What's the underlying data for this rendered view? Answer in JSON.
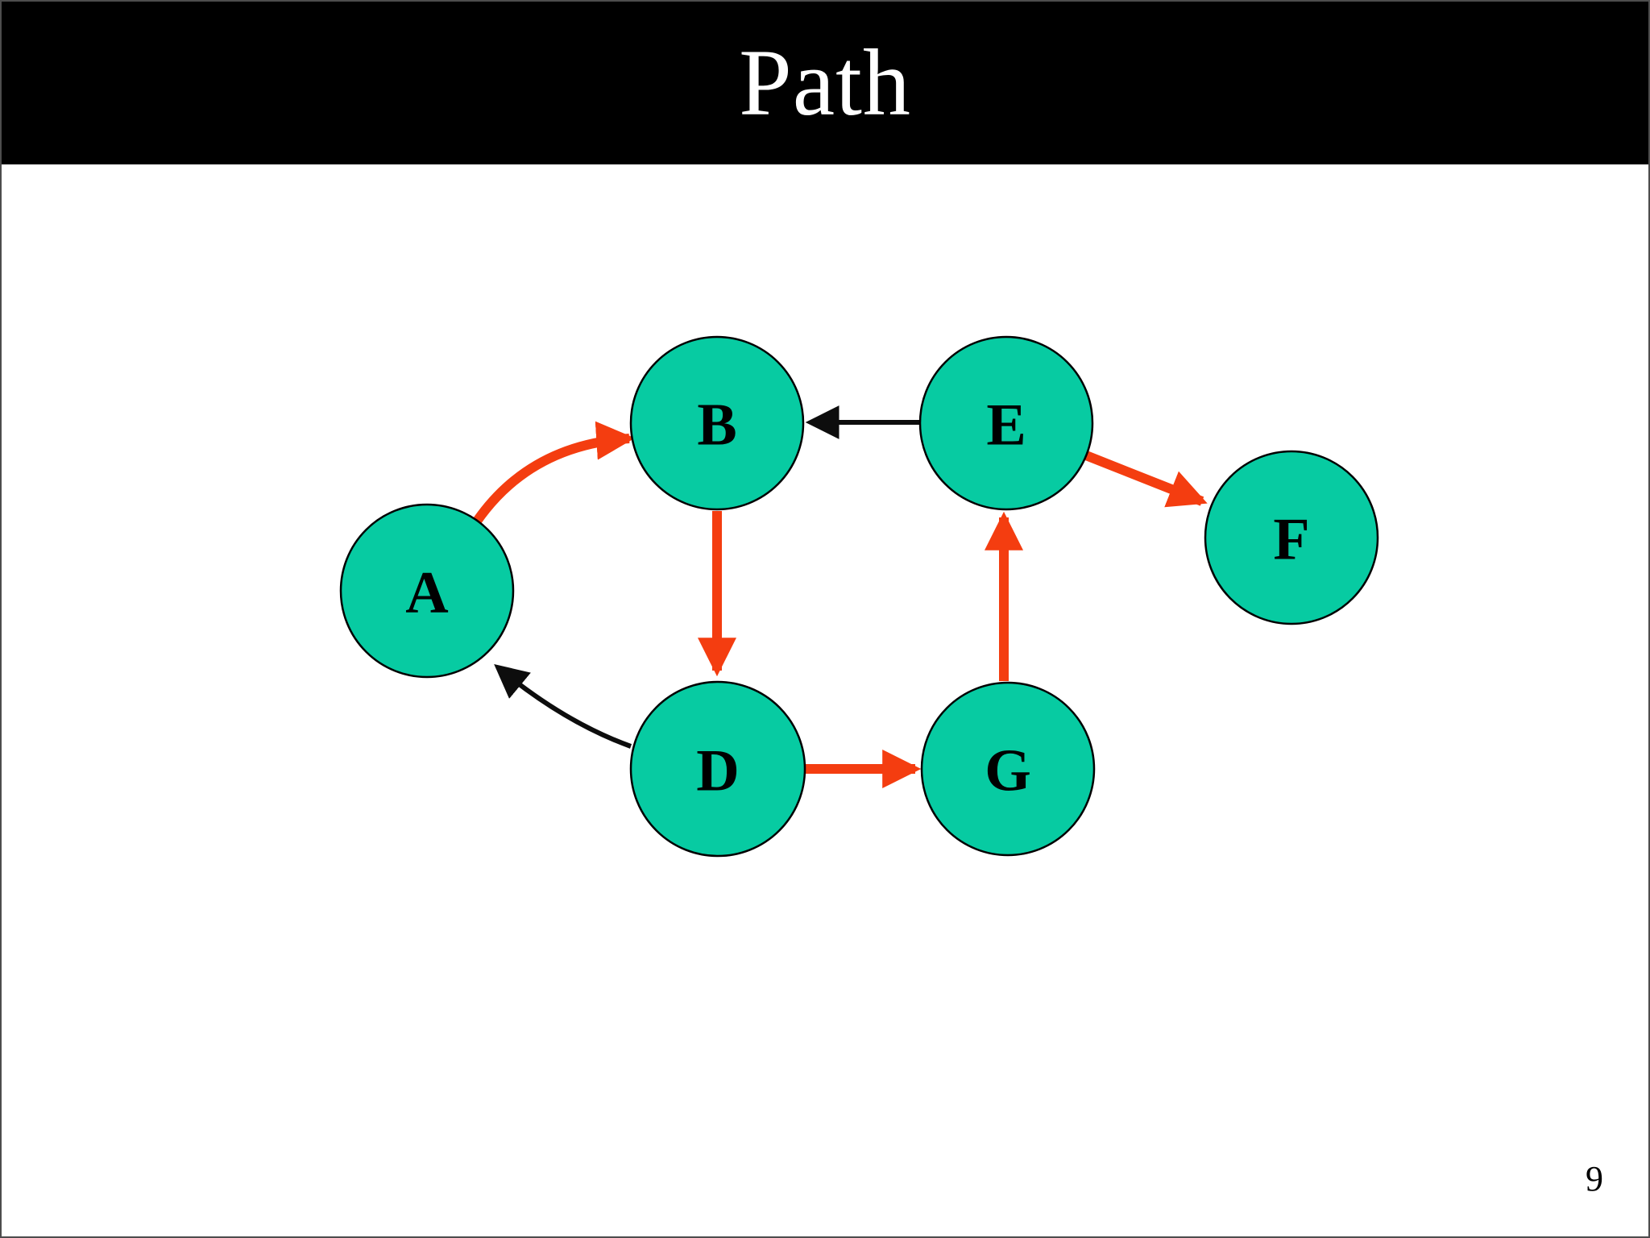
{
  "header": {
    "title": "Path"
  },
  "page_number": "9",
  "colors": {
    "header_bg": "#000000",
    "header_text": "#ffffff",
    "background": "#ffffff",
    "node_fill": "#07cba2",
    "node_border": "#000000",
    "edge_highlight": "#f43d10",
    "edge_default": "#0d0d0d",
    "text_color": "#000000",
    "slide_border": "#4d4d4d"
  },
  "graph": {
    "description": "Directed graph illustrating a path; highlighted edges drawn in orange-red",
    "nodes": [
      {
        "id": "A",
        "label": "A"
      },
      {
        "id": "B",
        "label": "B"
      },
      {
        "id": "D",
        "label": "D"
      },
      {
        "id": "E",
        "label": "E"
      },
      {
        "id": "G",
        "label": "G"
      },
      {
        "id": "F",
        "label": "F"
      }
    ],
    "edges": [
      {
        "from": "A",
        "to": "B",
        "style": "highlighted",
        "shape": "curved"
      },
      {
        "from": "B",
        "to": "D",
        "style": "highlighted",
        "shape": "straight"
      },
      {
        "from": "D",
        "to": "G",
        "style": "highlighted",
        "shape": "straight"
      },
      {
        "from": "G",
        "to": "E",
        "style": "highlighted",
        "shape": "straight"
      },
      {
        "from": "E",
        "to": "F",
        "style": "highlighted",
        "shape": "straight"
      },
      {
        "from": "E",
        "to": "B",
        "style": "default",
        "shape": "straight"
      },
      {
        "from": "D",
        "to": "A",
        "style": "default",
        "shape": "curved"
      }
    ]
  }
}
